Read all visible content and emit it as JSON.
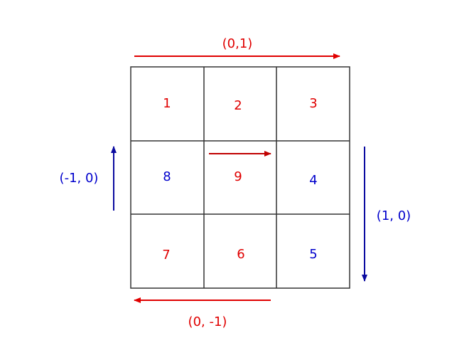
{
  "colors": {
    "red": "#e00000",
    "darkred": "#c00000",
    "blue": "#0000cc",
    "darkblue": "#0a0aa0",
    "grid": "#333333"
  },
  "cells": [
    {
      "label": "1",
      "color": "red"
    },
    {
      "label": "2",
      "color": "red"
    },
    {
      "label": "3",
      "color": "red"
    },
    {
      "label": "8",
      "color": "blue"
    },
    {
      "label": "9",
      "color": "red"
    },
    {
      "label": "4",
      "color": "blue"
    },
    {
      "label": "7",
      "color": "red"
    },
    {
      "label": "6",
      "color": "red"
    },
    {
      "label": "5",
      "color": "blue"
    }
  ],
  "directions": {
    "top": "(0,1)",
    "left": "(-1, 0)",
    "right": "(1, 0)",
    "bottom": "(0, -1)"
  }
}
